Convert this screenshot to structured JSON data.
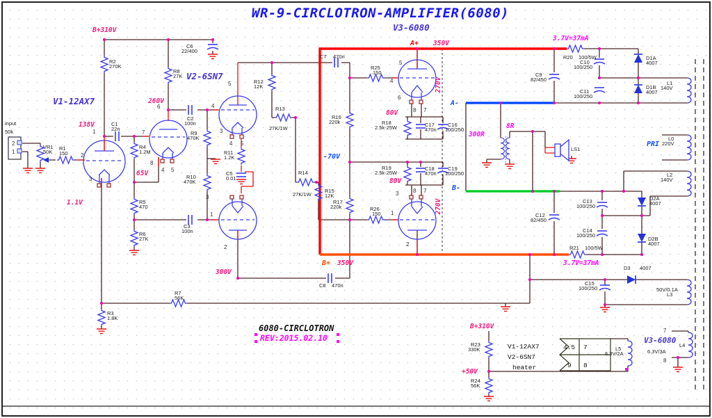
{
  "title": "WR-9-CIRCLOTRON-AMPLIFIER(6080)",
  "footer": {
    "name": "6080-CIRCLOTRON",
    "rev": "REV:2015.02.10"
  },
  "tube_labels": {
    "v1": "V1-12AX7",
    "v2": "V2-6SN7",
    "v3": "V3-6080",
    "v3_heater": "V3-6080"
  },
  "net_labels": {
    "b310_top": "B+310V",
    "b310_bottom": "B+310V",
    "a_plus": "A+",
    "a_plus_v": "350V",
    "a_minus": "A-",
    "b_minus": "B-",
    "b_plus": "B+",
    "b_plus_v": "350V",
    "minus70": "-70V",
    "plus50": "+50V",
    "pri": "PRI"
  },
  "voltages": {
    "v138": "138V",
    "v260": "260V",
    "v65": "65V",
    "v1_1": "1.1V",
    "v300": "300V",
    "v270_top": "270V",
    "v270_bottom": "270V",
    "v80_top": "80V",
    "v80_bottom": "80V",
    "ripple_top": "3.7V=37mA",
    "ripple_bottom": "3.7V=37mA",
    "out_300r": "300R",
    "out_8r": "8R"
  },
  "input": {
    "label": "input",
    "impedance": "50k",
    "pin_top": "2",
    "pin_bottom": "1"
  },
  "speaker": {
    "id": "LS1"
  },
  "heater_table": {
    "row1_left": "V1-12AX7",
    "row2_left": "V2-6SN7",
    "row3_left": "heater",
    "cell_a": "4.5",
    "cell_b": "7",
    "cell_c": "9",
    "cell_d": "8",
    "l5_id": "L5",
    "l5_val": "6.3V/2A",
    "v3_val": "6.3V/3A",
    "l4_id": "L4",
    "pin7": "7",
    "pin8": "8"
  },
  "components": {
    "vr1": {
      "id": "VR1",
      "val": "50K"
    },
    "r1": {
      "id": "R1",
      "val": "150"
    },
    "r2": {
      "id": "R2",
      "val": "270K"
    },
    "r3": {
      "id": "R3",
      "val": "1.8K"
    },
    "r4": {
      "id": "R4",
      "val": "1.2M"
    },
    "r5": {
      "id": "R5",
      "val": "470"
    },
    "r6": {
      "id": "R6",
      "val": "27K"
    },
    "r7": {
      "id": "R7",
      "val": "56K"
    },
    "r8": {
      "id": "R8",
      "val": "27K"
    },
    "r9": {
      "id": "R9",
      "val": "470K"
    },
    "r10": {
      "id": "R10",
      "val": "470K"
    },
    "r11": {
      "id": "R11",
      "val": "1.2K"
    },
    "r12": {
      "id": "R12",
      "val": "12K"
    },
    "r13": {
      "id": "R13",
      "val": "27K/1W"
    },
    "r14": {
      "id": "R14",
      "val": "27K/1W"
    },
    "r15": {
      "id": "R15",
      "val": "12K"
    },
    "r16": {
      "id": "R16",
      "val": "220k"
    },
    "r17": {
      "id": "R17",
      "val": "220k"
    },
    "r18": {
      "id": "R18",
      "val": "2.5k-25W"
    },
    "r19": {
      "id": "R19",
      "val": "2.5k-25W"
    },
    "r20": {
      "id": "R20",
      "val": "100/5W"
    },
    "r21": {
      "id": "R21",
      "val": "100/5W"
    },
    "r23": {
      "id": "R23",
      "val": "330K"
    },
    "r24": {
      "id": "R24",
      "val": "56K"
    },
    "r25": {
      "id": "R25",
      "val": "150"
    },
    "r26": {
      "id": "R26",
      "val": "150"
    },
    "c1": {
      "id": "C1",
      "val": "22n"
    },
    "c2": {
      "id": "C2",
      "val": "100n"
    },
    "c3": {
      "id": "C3",
      "val": "100n"
    },
    "c5": {
      "id": "C5",
      "val": "0.01"
    },
    "c6": {
      "id": "C6",
      "val": "22/400"
    },
    "c7": {
      "id": "C7",
      "val": "470n"
    },
    "c8": {
      "id": "C8",
      "val": "470n"
    },
    "c9": {
      "id": "C9",
      "val": "82/450"
    },
    "c10": {
      "id": "C10",
      "val": "100/250"
    },
    "c11": {
      "id": "C11",
      "val": "100/250"
    },
    "c12": {
      "id": "C12",
      "val": "82/450"
    },
    "c13": {
      "id": "C13",
      "val": "100/250"
    },
    "c14": {
      "id": "C14",
      "val": "100/250"
    },
    "c15": {
      "id": "C15",
      "val": "100/250"
    },
    "c16": {
      "id": "C16",
      "val": "100/250"
    },
    "c17": {
      "id": "C17",
      "val": "470n"
    },
    "c18": {
      "id": "C18",
      "val": "470n"
    },
    "c19": {
      "id": "C19",
      "val": "100/250"
    },
    "d1a": {
      "id": "D1A",
      "val": "4007"
    },
    "d1b": {
      "id": "D1B",
      "val": "4007"
    },
    "d2a": {
      "id": "D2A",
      "val": "4007"
    },
    "d2b": {
      "id": "D2B",
      "val": "4007"
    },
    "d3": {
      "id": "D3",
      "val": "4007"
    },
    "l0": {
      "id": "L0",
      "val": "220V"
    },
    "l1": {
      "id": "L1",
      "val": "140V"
    },
    "l2": {
      "id": "L2",
      "val": "140V"
    },
    "l3": {
      "id": "L3",
      "val": "50V/0.1A"
    }
  },
  "pins": {
    "v1": [
      "1",
      "2",
      "3"
    ],
    "v2_left": [
      "6",
      "7",
      "8",
      "4",
      "5"
    ],
    "v2_right": [
      "5",
      "4",
      "3",
      "4",
      "5"
    ],
    "v2_lower": [
      "3",
      "1",
      "2"
    ],
    "v3_top": [
      "5",
      "4",
      "6",
      "8",
      "7"
    ],
    "v3_bottom": [
      "3",
      "1",
      "2",
      "8",
      "7"
    ]
  }
}
